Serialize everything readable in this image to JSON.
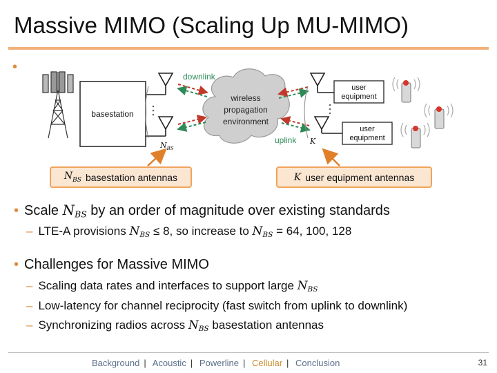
{
  "title": "Massive MIMO (Scaling Up MU-MIMO)",
  "diagram": {
    "basestation": "basestation",
    "downlink": "downlink",
    "uplink": "uplink",
    "cloud_line1": "wireless",
    "cloud_line2": "propagation",
    "cloud_line3": "environment",
    "nbs_label": "N",
    "nbs_sub": "BS",
    "k_label": "K",
    "ue1_line1": "user",
    "ue1_line2": "equipment",
    "ue2_line1": "user",
    "ue2_line2": "equipment",
    "cap_bs_math": "N_BS",
    "cap_bs_text": "basestation antennas",
    "cap_ue_math": "K",
    "cap_ue_text": "user equipment antennas"
  },
  "bullets": {
    "b1_pre": "Scale",
    "b1_post": "by an order of magnitude over existing standards",
    "s1_pre": "LTE-A provisions",
    "s1_mid": "≤ 8, so increase to",
    "s1_post": "= 64, 100, 128",
    "b2": "Challenges for Massive MIMO",
    "c1_pre": "Scaling data rates and interfaces to support large",
    "c2": "Low-latency for channel reciprocity (fast switch from uplink to downlink)",
    "c3_pre": "Synchronizing radios across",
    "c3_post": "basestation antennas"
  },
  "math": {
    "N": "N",
    "BS": "BS"
  },
  "footer": {
    "items": [
      "Background",
      "Acoustic",
      "Powerline",
      "Cellular",
      "Conclusion"
    ],
    "separator": "|",
    "active": "Cellular",
    "slide_number": "31"
  },
  "colors": {
    "accent": "#f0a35a",
    "arrow_red": "#c0392b",
    "arrow_green": "#2e8b57",
    "nav": "#5a6e8a"
  }
}
